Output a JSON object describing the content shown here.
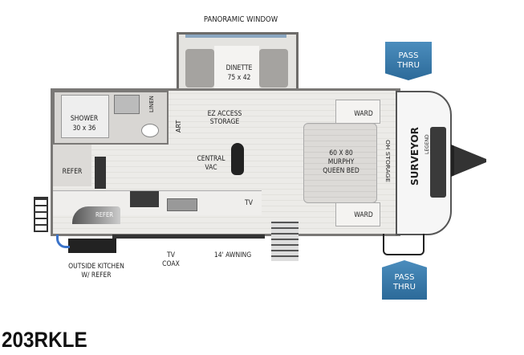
{
  "model": "203RKLE",
  "labels": {
    "panoramic_window": "PANORAMIC WINDOW",
    "dinette": "DINETTE",
    "dinette_size": "75 x 42",
    "ez_access": "EZ ACCESS",
    "storage": "STORAGE",
    "linen": "LINEN",
    "art": "ART",
    "shower": "SHOWER",
    "shower_size": "30 x 36",
    "central": "CENTRAL",
    "vac": "VAC",
    "refer": "REFER",
    "refer_small": "REFER",
    "tv": "TV",
    "ward_top": "WARD",
    "ward_bottom": "WARD",
    "bed_size": "60 X 80",
    "bed_type": "MURPHY",
    "bed_name": "QUEEN BED",
    "oh_storage": "OH STORAGE",
    "brand": "SURVEYOR",
    "brand_sub": "LEGEND",
    "outside_kitchen": "OUTSIDE KITCHEN",
    "w_refer": "W/ REFER",
    "tv_coax_1": "TV",
    "tv_coax_2": "COAX",
    "awning": "14' AWNING"
  },
  "badges": [
    {
      "line1": "PASS",
      "line2": "THRU"
    },
    {
      "line1": "PASS",
      "line2": "THRU"
    }
  ],
  "colors": {
    "badge": "#3a7aab",
    "wall": "#7a7876"
  }
}
